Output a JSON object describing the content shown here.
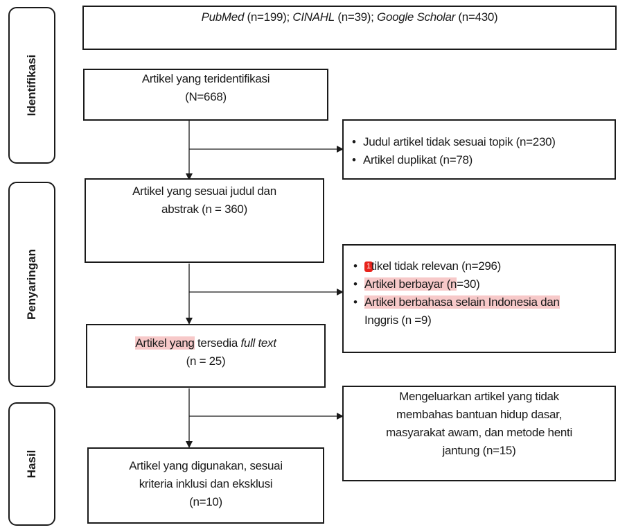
{
  "phases": {
    "identifikasi": "Identifikasi",
    "penyaringan": "Penyaringan",
    "hasil": "Hasil"
  },
  "sources": {
    "pubmed": "PubMed",
    "pubmed_n": " (n=199); ",
    "cinahl": "CINAHL",
    "cinahl_n": " (n=39); ",
    "scholar": "Google Scholar",
    "scholar_n": " (n=430)"
  },
  "identified": {
    "line1": "Artikel yang teridentifikasi",
    "line2": "(N=668)"
  },
  "excluded_title": {
    "item1": "Judul artikel tidak sesuai topik (n=230)",
    "item2": "Artikel duplikat (n=78)"
  },
  "screened": {
    "line1": "Artikel yang sesuai judul dan",
    "line2": "abstrak (n = 360)"
  },
  "excluded_screen": {
    "badge": "1",
    "item1_rest": "tikel tidak relevan  (n=296)",
    "item2_hl": "Artikel berbayar (n",
    "item2_rest": "=30)",
    "item3_hl": "Artikel berbahasa selain Indonesia dan",
    "item3_line2": "Inggris (n =9)"
  },
  "fulltext": {
    "hl": "Artikel yang",
    "mid": " tersedia ",
    "italic": "full text",
    "line2": "(n = 25)"
  },
  "excluded_final": {
    "line1": "Mengeluarkan artikel yang tidak",
    "line2": "membahas bantuan hidup dasar,",
    "line3": "masyarakat awam, dan metode henti",
    "line4": "jantung (n=15)"
  },
  "included": {
    "line1": "Artikel yang digunakan, sesuai",
    "line2": "kriteria inklusi dan eksklusi",
    "line3": "(n=10)"
  }
}
